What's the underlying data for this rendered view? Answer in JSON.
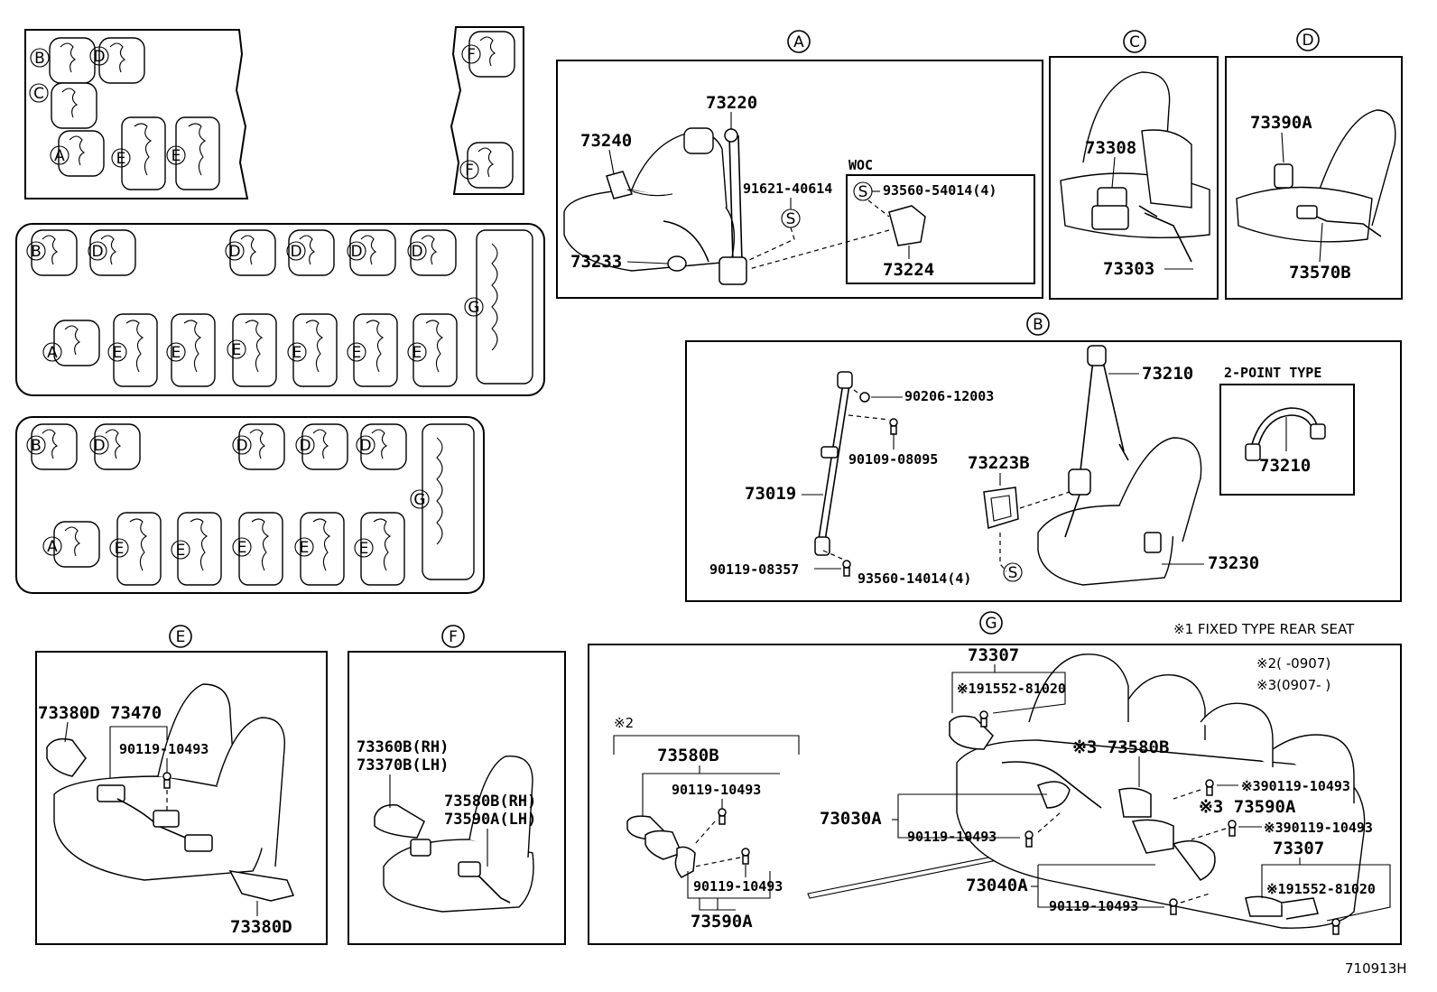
{
  "diagram_id": "710913H",
  "legend": {
    "note1": "※1 FIXED TYPE REAR SEAT",
    "note2": "※2(     -0907)",
    "note3": "※3(0907-     )"
  },
  "circle_letters": [
    "A",
    "B",
    "C",
    "D",
    "E",
    "F",
    "G"
  ],
  "seat_symbol": "S",
  "sections": {
    "A": {
      "title": "A",
      "parts": [
        "73220",
        "73240",
        "91621-40614",
        "73233",
        "73224",
        "93560-54014(4)"
      ],
      "woc_label": "WOC"
    },
    "B": {
      "title": "B",
      "parts": [
        "73210",
        "90206-12003",
        "90109-08095",
        "73019",
        "73223B",
        "90119-08357",
        "93560-14014(4)",
        "73230"
      ],
      "two_point_label": "2-POINT TYPE",
      "two_point_part": "73210"
    },
    "C": {
      "title": "C",
      "parts": [
        "73308",
        "73303"
      ]
    },
    "D": {
      "title": "D",
      "parts": [
        "73390A",
        "73570B"
      ]
    },
    "E": {
      "title": "E",
      "parts": [
        "73380D",
        "73470",
        "90119-10493",
        "73380D"
      ]
    },
    "F": {
      "title": "F",
      "parts": [
        "73360B(RH)",
        "73370B(LH)",
        "73580B(RH)",
        "73590A(LH)"
      ]
    },
    "G": {
      "title": "G",
      "note_mark": "※2",
      "left_parts": [
        "73580B",
        "90119-10493",
        "90119-10493",
        "73590A"
      ],
      "right_parts": [
        "73307",
        "※191552-81020",
        "※3 73580B",
        "※390119-10493",
        "73030A",
        "90119-10493",
        "※3 73590A",
        "※390119-10493",
        "73307",
        "73040A",
        "※191552-81020",
        "90119-10493"
      ]
    }
  }
}
